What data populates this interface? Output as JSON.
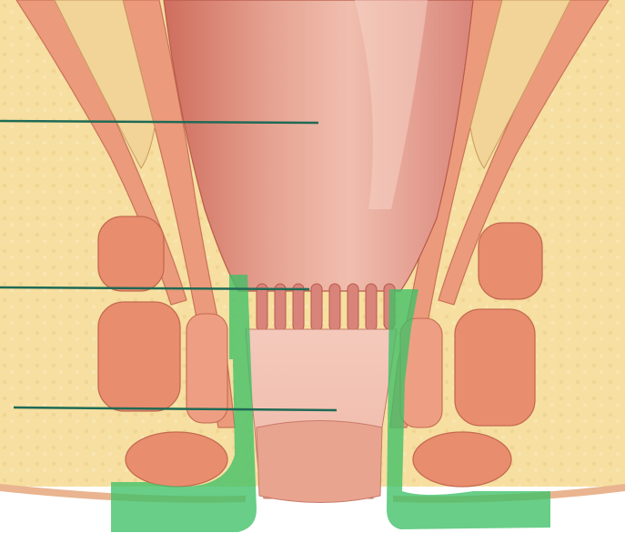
{
  "diagram": {
    "subject": "anal-canal-cross-section",
    "label_lines": [
      {
        "target": "rectum"
      },
      {
        "target": "pectinate-line"
      },
      {
        "target": "anal-canal"
      }
    ],
    "colors": {
      "background": "#ffffff",
      "fat_tissue": "#f6dfa0",
      "fat_tissue_dark": "#eccf84",
      "muscle": "#ec9a7c",
      "muscle_dark": "#d97c5e",
      "mucosa_light": "#f3c3b6",
      "mucosa_mid": "#e49f8e",
      "mucosa_dark": "#cf6d5d",
      "highlight_green": "#3fc067",
      "leader_line": "#1f6a55"
    }
  }
}
